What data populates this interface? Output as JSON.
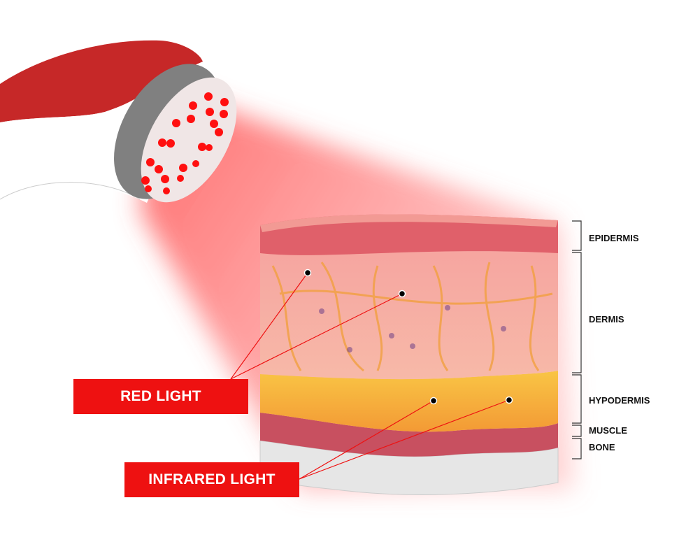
{
  "layers": [
    "EPIDERMIS",
    "DERMIS",
    "HYPODERMIS",
    "MUSCLE",
    "BONE"
  ],
  "callouts": {
    "red": "RED LIGHT",
    "infrared": "INFRARED LIGHT"
  },
  "colors": {
    "device_red": "#c62828",
    "device_ring": "#808080",
    "led": "#ff1010",
    "label_bg": "#ee1111",
    "beam": "#ff6060"
  }
}
